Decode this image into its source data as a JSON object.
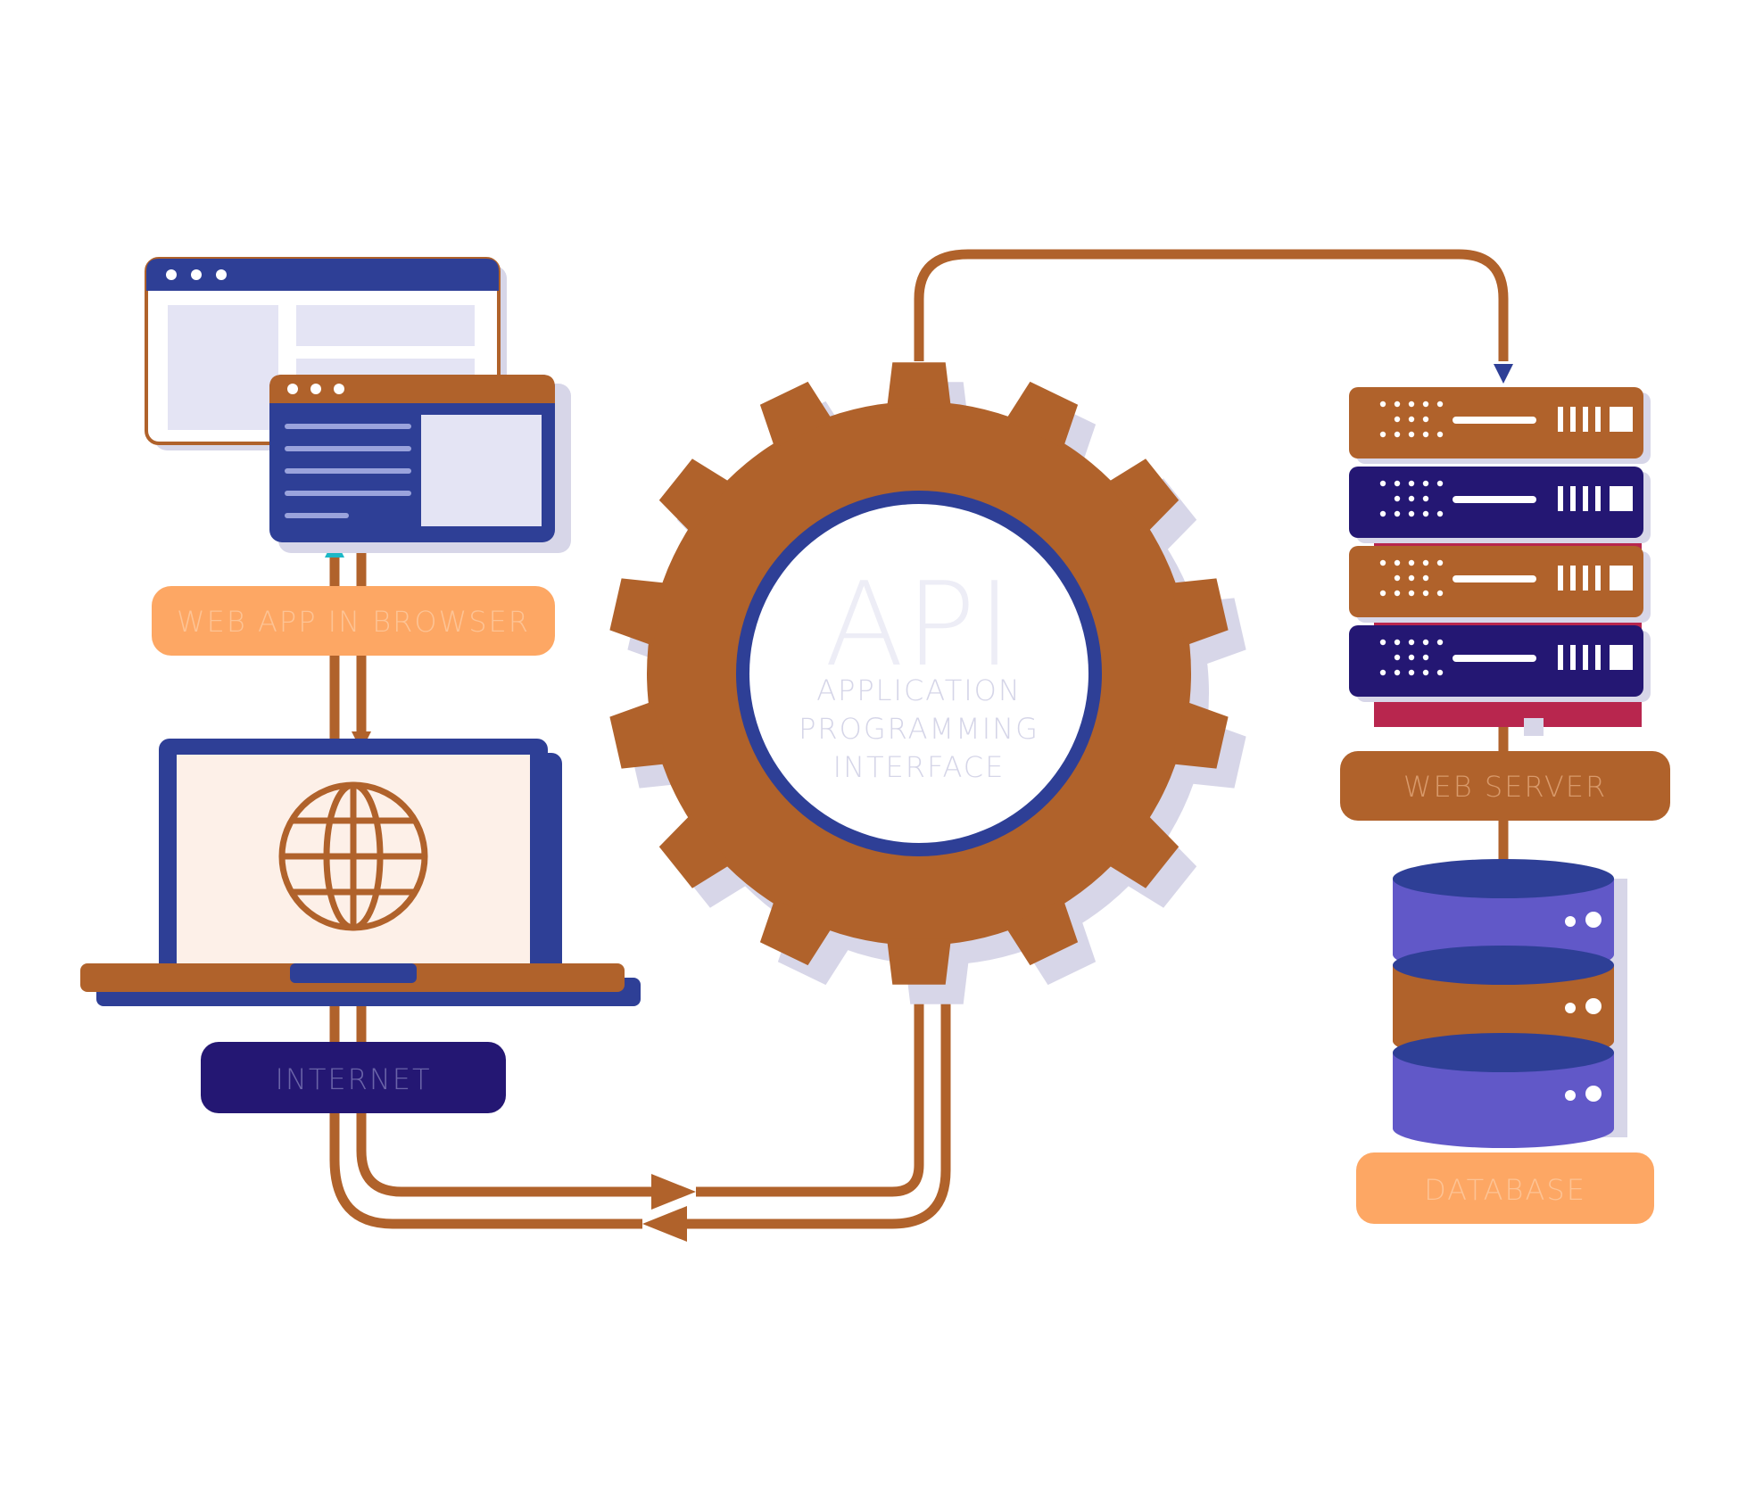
{
  "labels": {
    "web_app": "WEB APP IN BROWSER",
    "internet": "INTERNET",
    "api_big": "API",
    "api_line1": "APPLICATION",
    "api_line2": "PROGRAMMING",
    "api_line3": "INTERFACE",
    "web_server": "WEB SERVER",
    "database": "DATABASE"
  },
  "colors": {
    "brown": "#b0622b",
    "navy": "#2e3f96",
    "dark_indigo": "#241773",
    "purple": "#6158c8",
    "orange_label": "#fda764",
    "light_lavender": "#e4e4f4",
    "shadow": "#d7d6e8",
    "crimson": "#b8264e",
    "laptop_screen": "#fdf0e8",
    "teal_arrow": "#1cb8c6"
  },
  "icons": {
    "browser_back": "browser-window-icon",
    "browser_front": "browser-window-icon",
    "laptop": "laptop-icon",
    "globe": "globe-icon",
    "gear": "gear-icon",
    "server": "server-rack-icon",
    "database": "database-icon"
  }
}
